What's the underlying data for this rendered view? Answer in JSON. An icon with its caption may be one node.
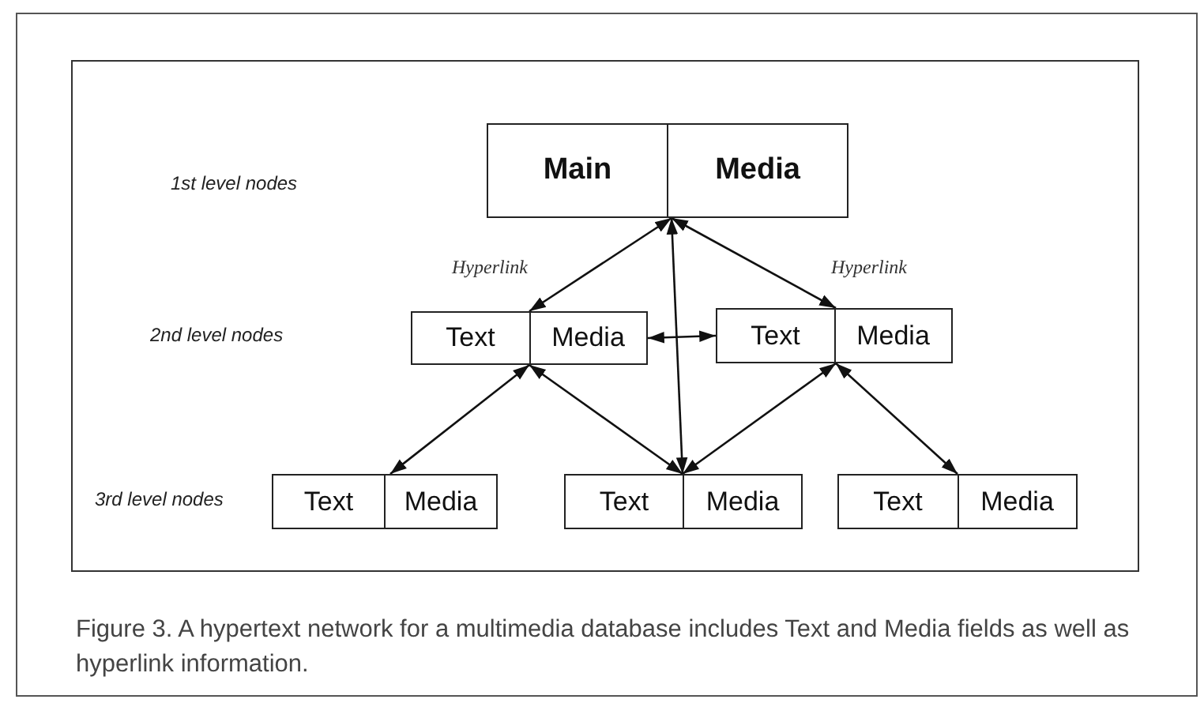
{
  "diagram": {
    "caption": "Figure 3. A hypertext network for a multimedia database includes Text and Media fields as well as hyperlink information.",
    "nodes": [
      {
        "text": [],
        "shape": "box"
      },
      {
        "text": [
          "Main"
        ],
        "in": 0
      },
      {
        "text": [
          "Media"
        ],
        "in": 0
      },
      {
        "text": [],
        "shape": "box"
      },
      {
        "text": [
          "Text"
        ],
        "in": 3
      },
      {
        "text": [
          "Media"
        ],
        "in": 3
      },
      {
        "text": [],
        "shape": "box"
      },
      {
        "text": [
          "Text"
        ],
        "in": 6
      },
      {
        "text": [
          "Media"
        ],
        "in": 6
      },
      {
        "text": [],
        "shape": "box"
      },
      {
        "text": [
          "Text"
        ],
        "in": 9
      },
      {
        "text": [
          "Media"
        ],
        "in": 9
      },
      {
        "text": [],
        "shape": "box"
      },
      {
        "text": [
          "Text"
        ],
        "in": 12
      },
      {
        "text": [
          "Media"
        ],
        "in": 12
      },
      {
        "text": [],
        "shape": "box"
      },
      {
        "text": [
          "Text"
        ],
        "in": 15
      },
      {
        "text": [
          "Media"
        ],
        "in": 15
      }
    ],
    "edges": [
      {
        "from": 0,
        "to": 3,
        "arrow": "both",
        "label": "Hyperlink"
      },
      {
        "from": 0,
        "to": 6,
        "arrow": "both",
        "label": "Hyperlink"
      },
      {
        "from": 0,
        "to": 12,
        "arrow": "both"
      },
      {
        "from": 3,
        "to": 6,
        "arrow": "both"
      },
      {
        "from": 3,
        "to": 9,
        "arrow": "both"
      },
      {
        "from": 3,
        "to": 12,
        "arrow": "both"
      },
      {
        "from": 6,
        "to": 12,
        "arrow": "both"
      },
      {
        "from": 6,
        "to": 15,
        "arrow": "both"
      }
    ],
    "labels": [
      "1st level nodes",
      "2nd level nodes",
      "3rd level nodes"
    ]
  }
}
